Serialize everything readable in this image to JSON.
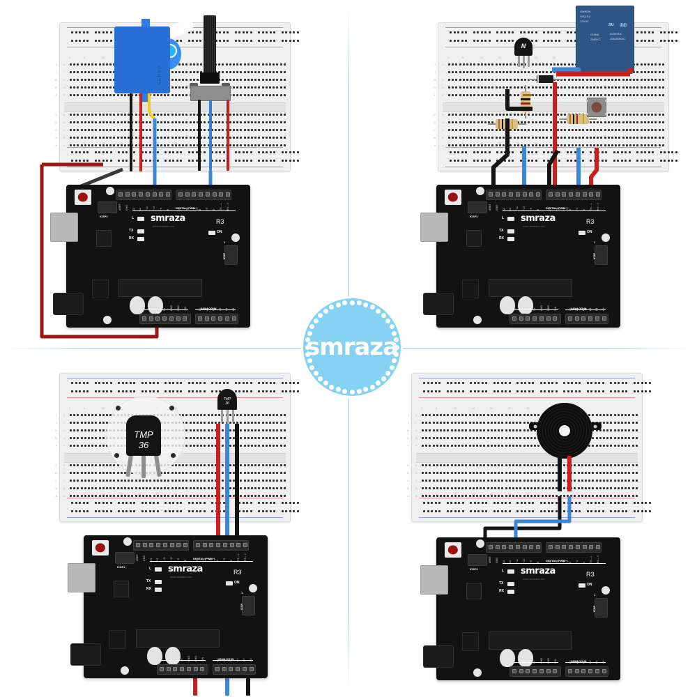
{
  "brand": {
    "logo_text": "smraza",
    "accent_color": "#86d2f2"
  },
  "board": {
    "logo": "smraza",
    "url": "www.smraza.com",
    "revision": "R3",
    "icsp2": "ICSP2",
    "icsp": "ICSP",
    "icsp_pin1": "1",
    "led_l": "L",
    "led_tx": "TX",
    "led_rx": "RX",
    "led_on": "ON",
    "digital_label": "DIGITAL (PWM~)",
    "analog_label": "ANALOG IN",
    "digital_pins": [
      "AREF",
      "GND",
      "13",
      "12",
      "~11",
      "~10",
      "~9",
      "8"
    ],
    "digital_pins_2": [
      "7",
      "~6",
      "~5",
      "4",
      "~3",
      "2",
      "TX→1",
      "RX←0"
    ],
    "power_pins": [
      "IOREF",
      "RESET",
      "3V3",
      "5V",
      "GND",
      "GND",
      "VIN"
    ],
    "analog_pins": [
      "A0",
      "A1",
      "A2",
      "A3",
      "A4",
      "A5"
    ]
  },
  "quadrants": [
    {
      "id": "servo-potentiometer",
      "position": "top-left",
      "components": [
        {
          "name": "servo-motor",
          "label": "SERVO",
          "color": "#2a6fd6"
        },
        {
          "name": "potentiometer",
          "label": "",
          "color": "#8e8e8e"
        }
      ],
      "wires": [
        {
          "color": "#141414",
          "name": "servo-ground-wire"
        },
        {
          "color": "#c9201e",
          "name": "servo-power-wire"
        },
        {
          "color": "#f2cb1d",
          "name": "servo-signal-wire"
        },
        {
          "color": "#2f80d8",
          "name": "servo-signal-jumper"
        },
        {
          "color": "#2f80d8",
          "name": "potentiometer-wiper-wire"
        },
        {
          "color": "#c9201e",
          "name": "power-rail-wire"
        }
      ]
    },
    {
      "id": "relay-transistor",
      "position": "top-right",
      "components": [
        {
          "name": "relay-module",
          "brand": "OMRON",
          "model": "G5Q-EU",
          "voltage": "12VDC",
          "origin": "CHINA",
          "code": "2380YC",
          "rating_dc": "5A30VDC",
          "rating_ac": "10A250VAC",
          "mark_ul": "ℛU",
          "mark_ce": "ⒶⒺ"
        },
        {
          "name": "transistor",
          "label": "N"
        },
        {
          "name": "diode",
          "label": ""
        },
        {
          "name": "resistor-1",
          "label": ""
        },
        {
          "name": "resistor-2",
          "label": ""
        },
        {
          "name": "resistor-3",
          "label": ""
        },
        {
          "name": "tactile-button",
          "label": ""
        }
      ]
    },
    {
      "id": "temperature-sensor",
      "position": "bottom-left",
      "components": [
        {
          "name": "tmp36-sensor",
          "label_line1": "TMP",
          "label_line2": "36"
        },
        {
          "name": "tmp36-magnifier",
          "label_line1": "TMP",
          "label_line2": "36"
        }
      ]
    },
    {
      "id": "piezo-buzzer",
      "position": "bottom-right",
      "components": [
        {
          "name": "piezo-buzzer",
          "label": ""
        }
      ]
    }
  ]
}
